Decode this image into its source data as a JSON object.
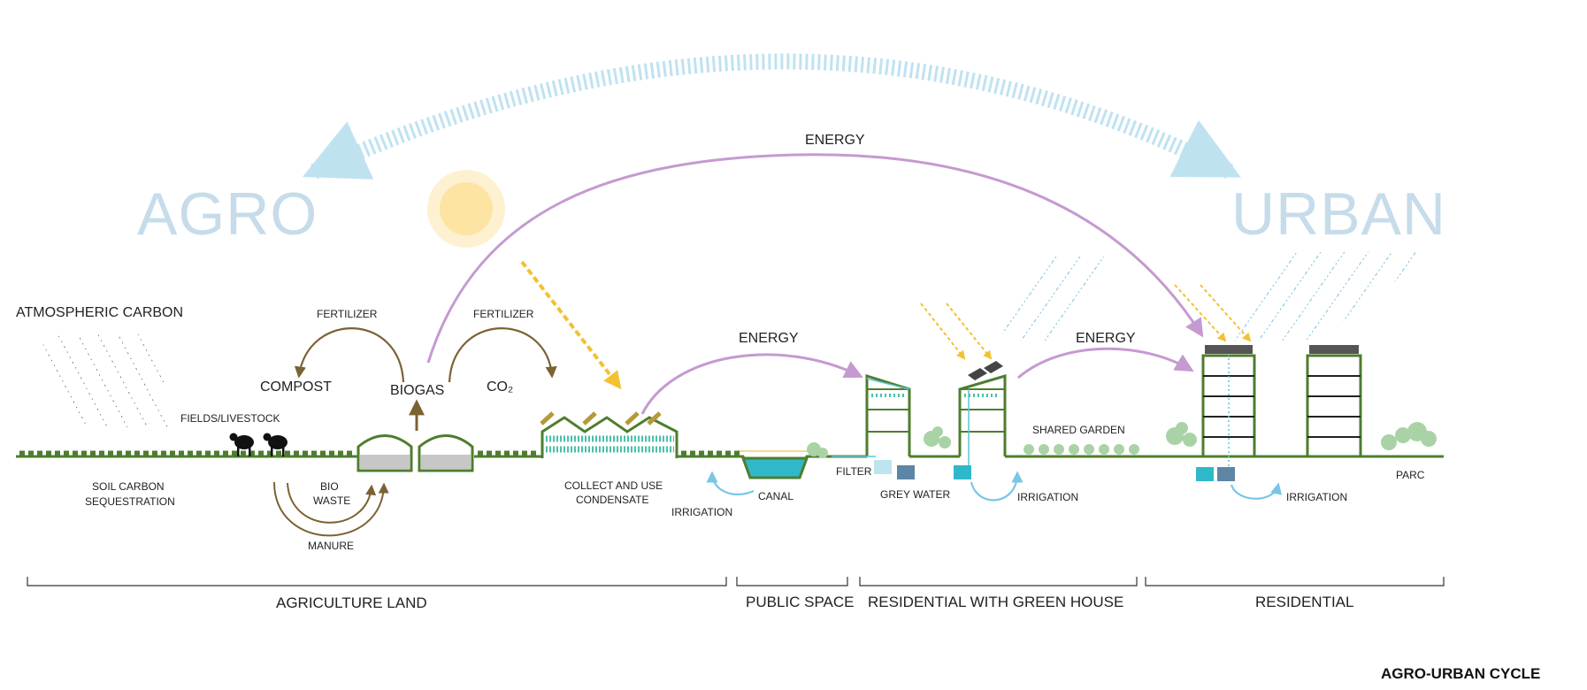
{
  "headline": {
    "left": "AGRO",
    "right": "URBAN"
  },
  "labels": {
    "atmospheric_carbon": "ATMOSPHERIC CARBON",
    "fertilizer_left": "FERTILIZER",
    "fertilizer_right": "FERTILIZER",
    "compost": "COMPOST",
    "biogas": "BIOGAS",
    "co2": "CO₂",
    "fields_livestock": "FIELDS/LIVESTOCK",
    "soil_carbon_1": "SOIL CARBON",
    "soil_carbon_2": "SEQUESTRATION",
    "bio_1": "BIO",
    "bio_2": "WASTE",
    "manure": "MANURE",
    "collect_1": "COLLECT AND USE",
    "collect_2": "CONDENSATE",
    "irrigation_canal": "IRRIGATION",
    "canal": "CANAL",
    "filter": "FILTER",
    "grey_water": "GREY WATER",
    "irrigation_green": "IRRIGATION",
    "shared_garden": "SHARED GARDEN",
    "irrigation_res": "IRRIGATION",
    "parc": "PARC",
    "energy_top": "ENERGY",
    "energy_mid_left": "ENERGY",
    "energy_mid_right": "ENERGY"
  },
  "zones": {
    "agriculture": "AGRICULTURE LAND",
    "public": "PUBLIC SPACE",
    "residential_green": "RESIDENTIAL WITH GREEN HOUSE",
    "residential": "RESIDENTIAL"
  },
  "footer_title": "AGRO-URBAN CYCLE",
  "colors": {
    "ground": "#4e7d2e",
    "energy": "#c59ad0",
    "brown": "#7a6233",
    "sun": "#fde4a3",
    "sun_ray": "#f3c132",
    "water": "#5bc4d8",
    "rain": "#3ea6d6",
    "headline": "#c6dcea",
    "tree": "#a9d3a6"
  }
}
